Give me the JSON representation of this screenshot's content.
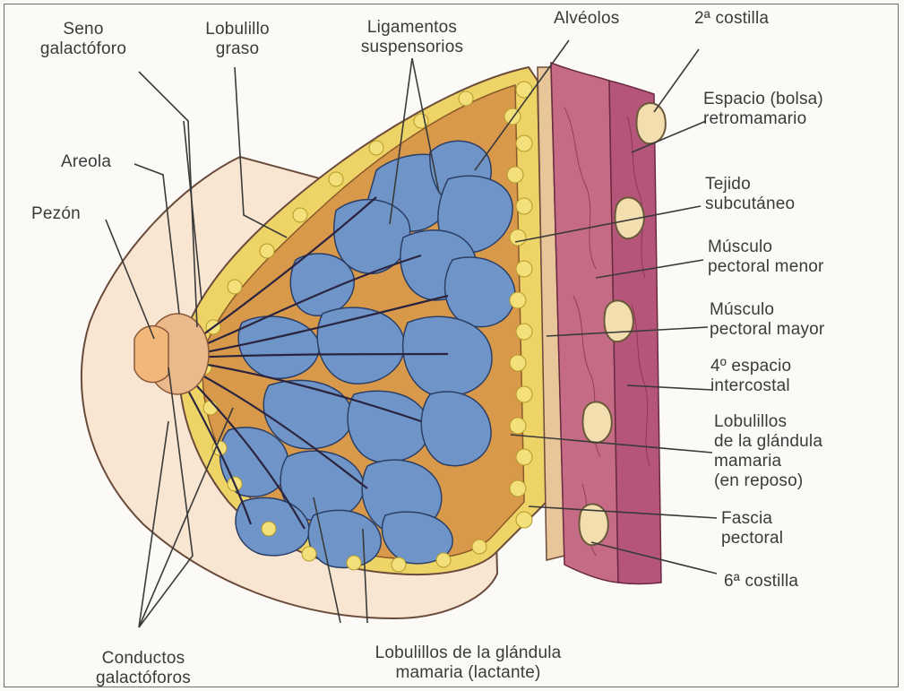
{
  "colors": {
    "skin": "#f6dcc0",
    "skin_shadow": "#eab98c",
    "fat": "#efd468",
    "gland": "#6f95c8",
    "muscle": "#c66b86",
    "bone": "#f2deae",
    "line": "#333333"
  },
  "labels": {
    "seno": "Seno\ngalactóforo",
    "lobulillo_graso": "Lobulillo\ngraso",
    "ligamentos": "Ligamentos\nsuspensorios",
    "alveolos": "Alvéolos",
    "costilla2": "2ª costilla",
    "espacio": "Espacio (bolsa)\nretromamario",
    "tejido": "Tejido\nsubcutáneo",
    "musculo_menor": "Músculo\npectoral menor",
    "musculo_mayor": "Músculo\npectoral mayor",
    "espacio4": "4º espacio\nintercostal",
    "lobulillos_reposo": "Lobulillos\nde la glándula\nmamaria\n(en reposo)",
    "fascia": "Fascia\npectoral",
    "costilla6": "6ª costilla",
    "areola": "Areola",
    "pezon": "Pezón",
    "conductos": "Conductos\ngalactóforos",
    "lobulillos_lactante": "Lobulillos de la glándula\nmamaria (lactante)"
  },
  "icons": {
    "gland_lobule": "blue-lobule-shape",
    "rib": "rib-cross-section-shape"
  }
}
